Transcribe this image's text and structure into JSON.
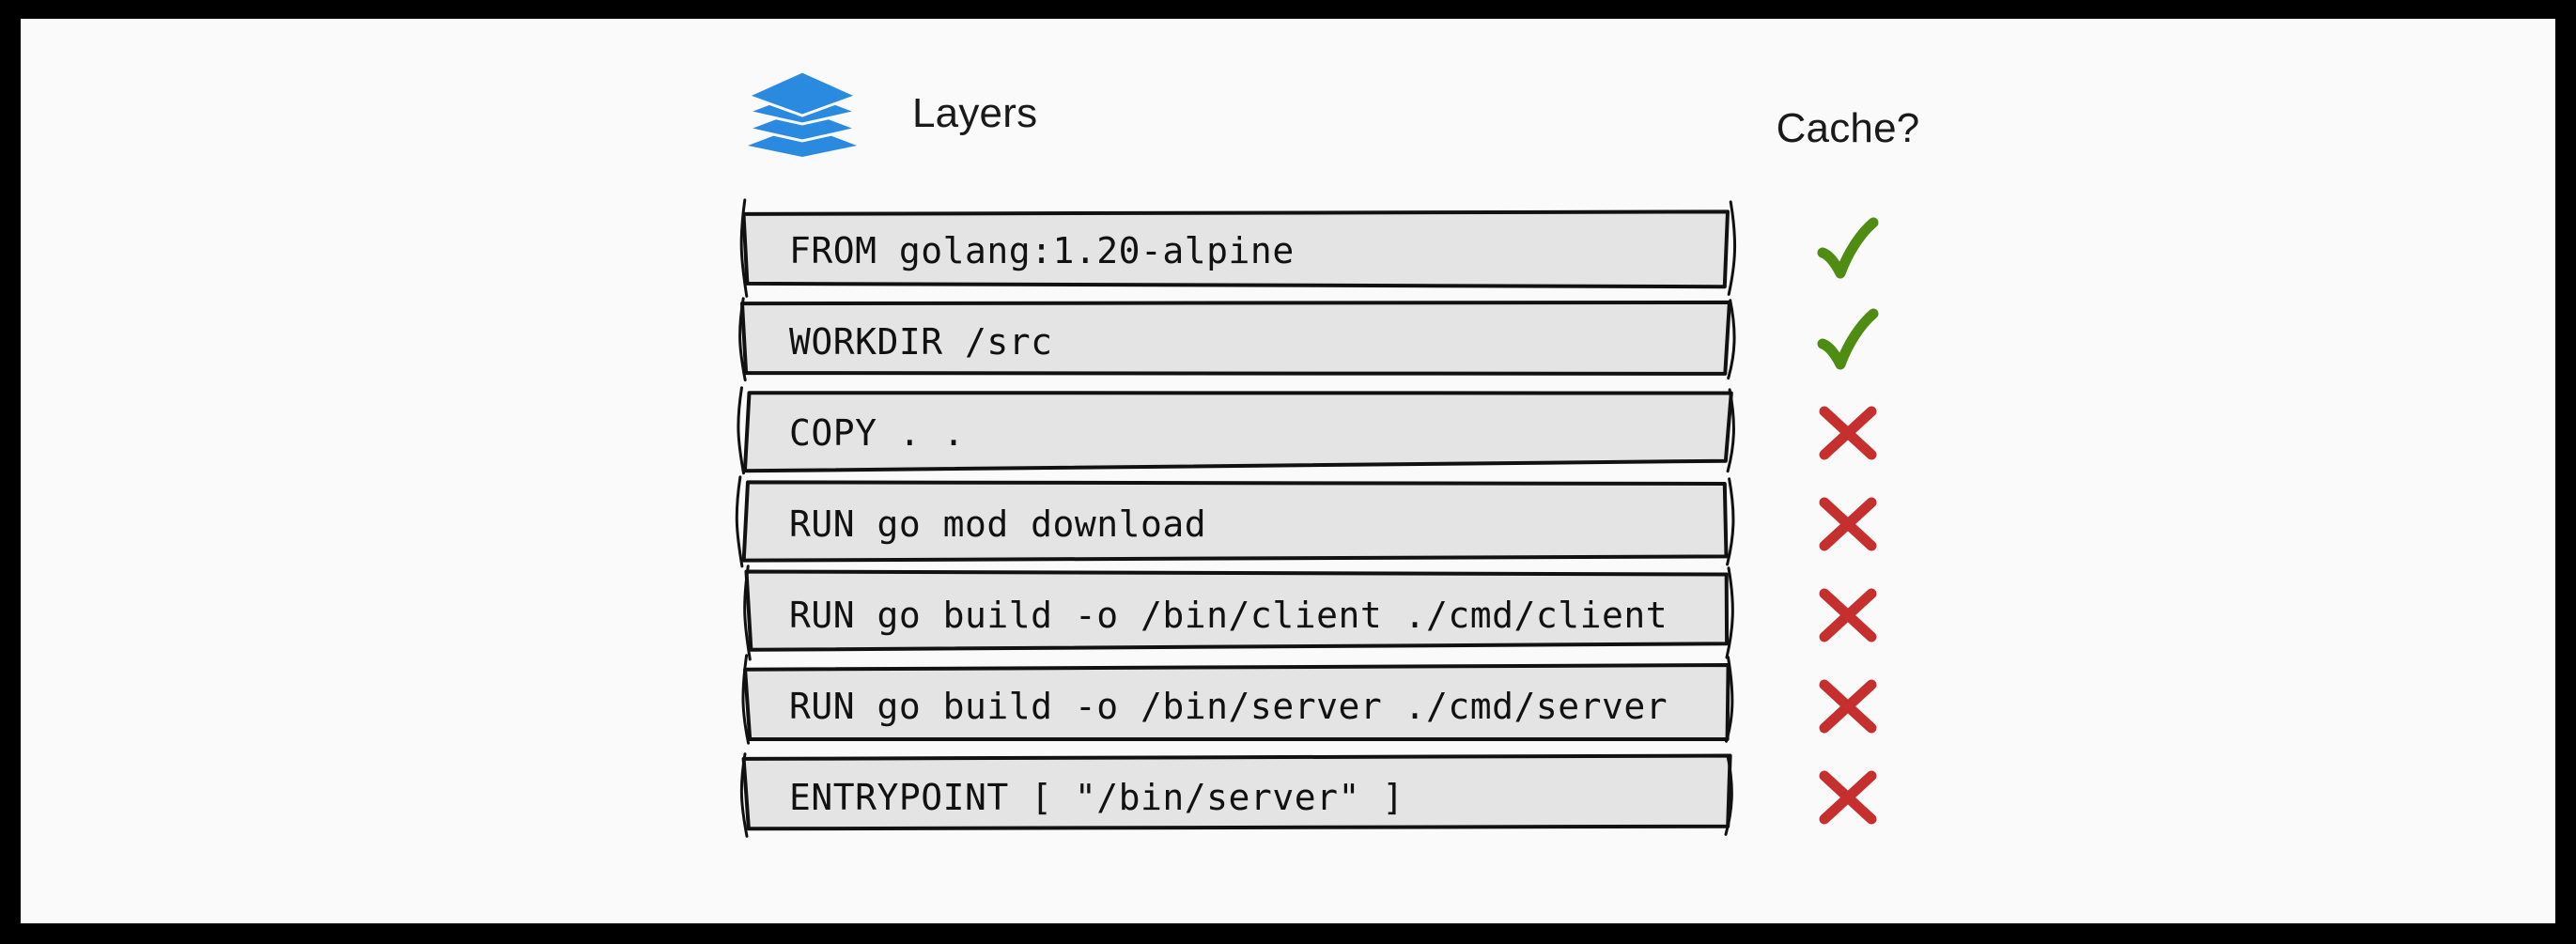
{
  "frame": {
    "border_color": "#000000",
    "page_background": "#fafafa"
  },
  "header": {
    "layers_label": "Layers",
    "cache_label": "Cache?",
    "layers_icon": "layers-stack-icon",
    "layers_icon_color": "#2a8ae0"
  },
  "legend": {
    "cached_icon": "green-check-icon",
    "cached_color": "#4f8c12",
    "not_cached_icon": "red-cross-icon",
    "not_cached_color": "#c5302e"
  },
  "box_style": {
    "fill": "#e4e4e4",
    "stroke": "#111111"
  },
  "rows": [
    {
      "command": "FROM golang:1.20-alpine",
      "cached": true,
      "cache_mark": "check"
    },
    {
      "command": "WORKDIR /src",
      "cached": true,
      "cache_mark": "check"
    },
    {
      "command": "COPY . .",
      "cached": false,
      "cache_mark": "cross"
    },
    {
      "command": "RUN go mod download",
      "cached": false,
      "cache_mark": "cross"
    },
    {
      "command": "RUN go build -o /bin/client ./cmd/client",
      "cached": false,
      "cache_mark": "cross"
    },
    {
      "command": "RUN go build -o /bin/server ./cmd/server",
      "cached": false,
      "cache_mark": "cross"
    },
    {
      "command": "ENTRYPOINT [ \"/bin/server\" ]",
      "cached": false,
      "cache_mark": "cross"
    }
  ]
}
